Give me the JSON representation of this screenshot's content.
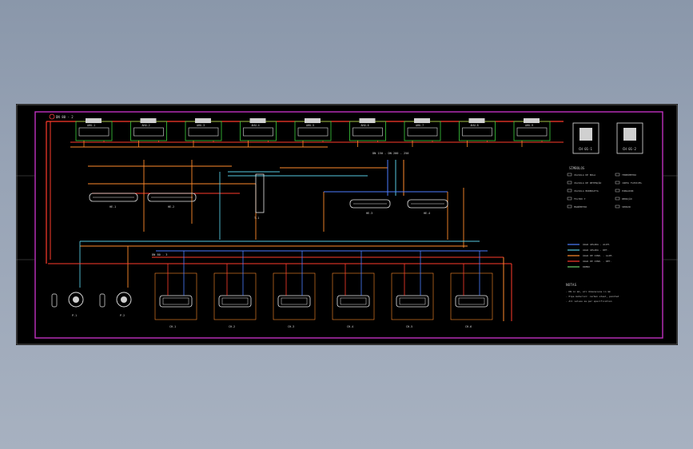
{
  "sheet": {
    "grid_tag": "DN 80 - 2",
    "riser_tag": "DN 80 - 3",
    "ahu_units": [
      "AHU-1",
      "AHU-2",
      "AHU-3",
      "AHU-4",
      "AHU-5",
      "AHU-6",
      "AHU-7",
      "AHU-8",
      "AHU-9"
    ],
    "manifold_label": "DN 150 - DN 200 - 250",
    "exchanger_labels": [
      "HE-1",
      "HE-2",
      "HE-3",
      "HE-4"
    ],
    "vessel_label": "T-1",
    "chiller_labels": [
      "CH-1",
      "CH-2",
      "CH-3",
      "CH-4",
      "CH-5",
      "CH-6"
    ],
    "pump_labels": [
      "P-1",
      "P-2"
    ],
    "symbols_title": "SÍMBOLOS",
    "notes_title": "NOTAS",
    "notes": [
      "- DN in mm, all dimensions in mm",
      "- Pipe material: carbon steel, painted",
      "- All valves as per specification"
    ],
    "legend_items": [
      "VÁLVULA DE BOLA",
      "VÁLVULA DE RETENÇÃO",
      "VÁLVULA BORBOLETA",
      "FILTRO Y",
      "MANÔMETRO",
      "TERMÔMETRO",
      "JUNTA FLEXÍVEL",
      "PURGADOR",
      "REDUÇÃO",
      "SENSOR"
    ],
    "line_legend": [
      {
        "label": "ÁGUA GELADA - ALIM.",
        "color": "#4d7dff"
      },
      {
        "label": "ÁGUA GELADA - RET.",
        "color": "#56c8e0"
      },
      {
        "label": "ÁGUA DE COND. - ALIM.",
        "color": "#ff8a2b"
      },
      {
        "label": "ÁGUA DE COND. - RET.",
        "color": "#ff3b2b"
      },
      {
        "label": "DRENO",
        "color": "#6ad06a"
      }
    ],
    "boxes": [
      "CH 01-1",
      "CH 01-2"
    ],
    "colors": {
      "border": "#c030c0",
      "chw_supply": "#4d7dff",
      "chw_return": "#56c8e0",
      "cw_supply": "#ff8a2b",
      "cw_return": "#ff3b2b",
      "equipment": "#e8e8e8",
      "ahu_green": "#3ccf3c"
    }
  }
}
